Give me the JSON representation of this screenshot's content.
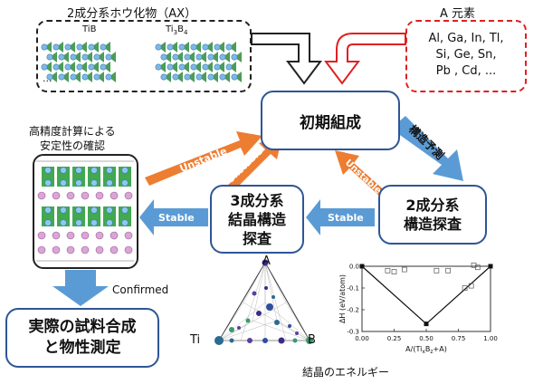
{
  "top": {
    "binary_title": "2成分系ホウ化物（AX）",
    "structure_a": "TiB",
    "structure_b_base": "Ti",
    "structure_b_sub1": "3",
    "structure_b_mid": "B",
    "structure_b_sub2": "4",
    "ellipsis": "...",
    "a_title": "A 元素",
    "a_line1": "Al, Ga, In, Tl,",
    "a_line2": "Si, Ge, Sn,",
    "a_line3": "Pb , Cd, ..."
  },
  "boxes": {
    "initial": "初期組成",
    "binary_line1": "2成分系",
    "binary_line2": "構造探査",
    "ternary_line1": "3成分系",
    "ternary_line2": "結晶構造",
    "ternary_line3": "探査",
    "actual_line1": "実際の試料合成",
    "actual_line2": "と物性測定"
  },
  "stability": {
    "title_line1": "高精度計算による",
    "title_line2": "安定性の確認"
  },
  "arrows": {
    "structure_prediction": "構造予測",
    "unstable": "Unstable",
    "stable": "Stable",
    "confirmed": "Confirmed"
  },
  "ternary": {
    "vertex_top": "A",
    "vertex_left": "Ti",
    "vertex_right": "B",
    "caption": "結晶のエネルギー"
  },
  "chart_data": {
    "type": "scatter",
    "ylabel_prefix": "ΔH (eV/atom)",
    "xlabel_parts": [
      "A/(Ti",
      "x",
      "B",
      "z",
      "+A)"
    ],
    "xlim": [
      0,
      1
    ],
    "ylim": [
      -0.3,
      0
    ],
    "xticks": [
      "0.00",
      "0.25",
      "0.50",
      "0.75",
      "1.00"
    ],
    "yticks": [
      "0.0",
      "-0.1",
      "-0.2",
      "-0.3"
    ],
    "hull": [
      [
        0.0,
        0.0
      ],
      [
        0.5,
        -0.265
      ],
      [
        1.0,
        0.0
      ]
    ],
    "hull_points": [
      [
        0.0,
        0.0
      ],
      [
        0.5,
        -0.265
      ],
      [
        1.0,
        0.0
      ]
    ],
    "other_points": [
      [
        0.2,
        -0.02
      ],
      [
        0.25,
        -0.025
      ],
      [
        0.33,
        -0.015
      ],
      [
        0.58,
        -0.02
      ],
      [
        0.67,
        -0.02
      ],
      [
        0.8,
        -0.1
      ],
      [
        0.85,
        -0.09
      ],
      [
        0.87,
        0.005
      ],
      [
        0.9,
        -0.005
      ]
    ]
  }
}
